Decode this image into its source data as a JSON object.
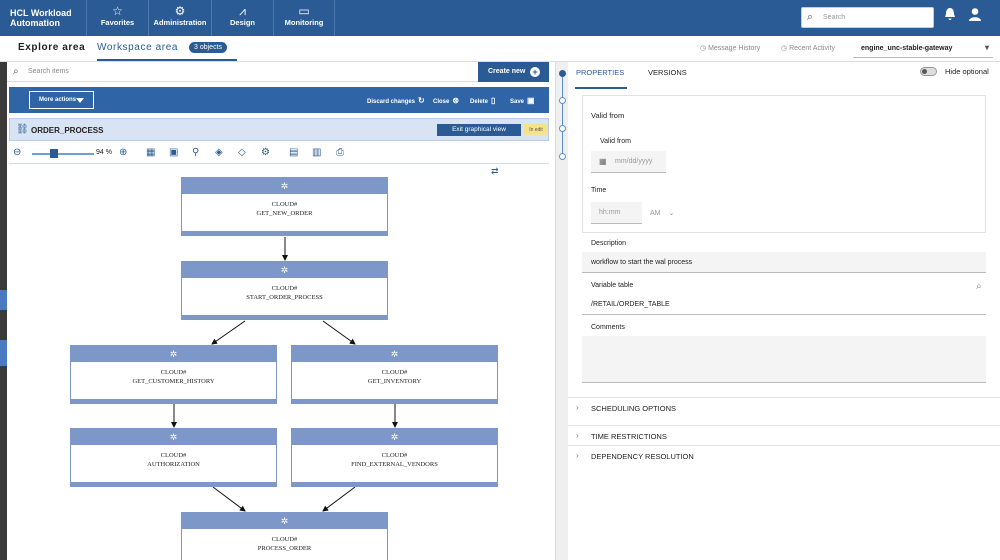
{
  "topbar": {
    "brand": "HCL Workload Automation",
    "nav": [
      {
        "label": "Favorites",
        "icon": "☆"
      },
      {
        "label": "Administration",
        "icon": "⚙"
      },
      {
        "label": "Design",
        "icon": "⩘"
      },
      {
        "label": "Monitoring",
        "icon": "▭"
      }
    ],
    "search_placeholder": "Search"
  },
  "tabs": {
    "explore": "Explore area",
    "workspace": "Workspace area",
    "badge": "3 objects",
    "message_history": "Message History",
    "recent_activity": "Recent Activity",
    "engine": "engine_unc-stable-gateway"
  },
  "left": {
    "search_placeholder": "Search items",
    "create_new": "Create new",
    "more_actions": "More actions",
    "discard": "Discard changes",
    "close": "Close",
    "delete": "Delete",
    "save": "Save",
    "jobstream": "ORDER_PROCESS",
    "exit_graph": "Exit graphical view",
    "in_edit": "In edit",
    "zoom": "94 %"
  },
  "graph": {
    "nodes": [
      {
        "ws": "CLOUD#",
        "name": "GET_NEW_ORDER"
      },
      {
        "ws": "CLOUD#",
        "name": "START_ORDER_PROCESS"
      },
      {
        "ws": "CLOUD#",
        "name": "GET_CUSTOMER_HISTORY"
      },
      {
        "ws": "CLOUD#",
        "name": "GET_INVENTORY"
      },
      {
        "ws": "CLOUD#",
        "name": "AUTHORIZATION"
      },
      {
        "ws": "CLOUD#",
        "name": "FIND_EXTERNAL_VENDORS"
      },
      {
        "ws": "CLOUD#",
        "name": "PROCESS_ORDER"
      }
    ]
  },
  "right": {
    "tab_properties": "PROPERTIES",
    "tab_versions": "VERSIONS",
    "hide_optional": "Hide optional",
    "valid_from_title": "Valid from",
    "valid_from_label": "Valid from",
    "date_placeholder": "mm/dd/yyyy",
    "time_label": "Time",
    "time_placeholder": "hh:mm",
    "ampm": "AM",
    "description_label": "Description",
    "description_value": "workflow to start the wal process",
    "variable_table_label": "Variable table",
    "variable_table_value": "/RETAIL/ORDER_TABLE",
    "comments_label": "Comments",
    "scheduling": "SCHEDULING OPTIONS",
    "time_restrictions": "TIME RESTRICTIONS",
    "dependency": "DEPENDENCY RESOLUTION"
  },
  "colors": {
    "header": "#2a5b94",
    "node": "#7e97c9",
    "in_edit": "#f4e38b"
  }
}
